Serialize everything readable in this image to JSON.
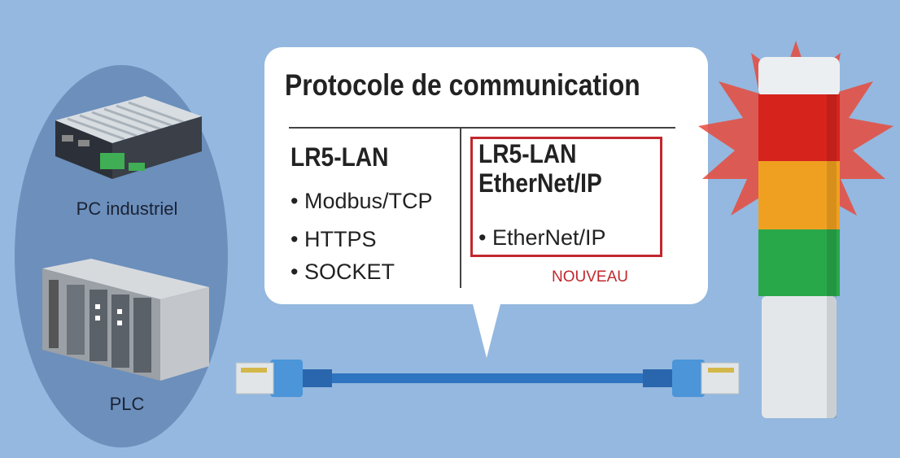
{
  "devices": {
    "pc_label": "PC industriel",
    "plc_label": "PLC"
  },
  "callout": {
    "title": "Protocole de communication",
    "standard": {
      "heading": "LR5-LAN",
      "protocols": [
        "• Modbus/TCP",
        "• HTTPS",
        "• SOCKET"
      ]
    },
    "ethernetip": {
      "heading_line1": "LR5-LAN",
      "heading_line2": "EtherNet/IP",
      "protocols": [
        "• EtherNet/IP"
      ],
      "badge": "NOUVEAU"
    }
  },
  "colors": {
    "background": "#94b8df",
    "ellipse": "#6c8fbc",
    "accent_red": "#c2272d",
    "cable": "#2f74c0"
  }
}
